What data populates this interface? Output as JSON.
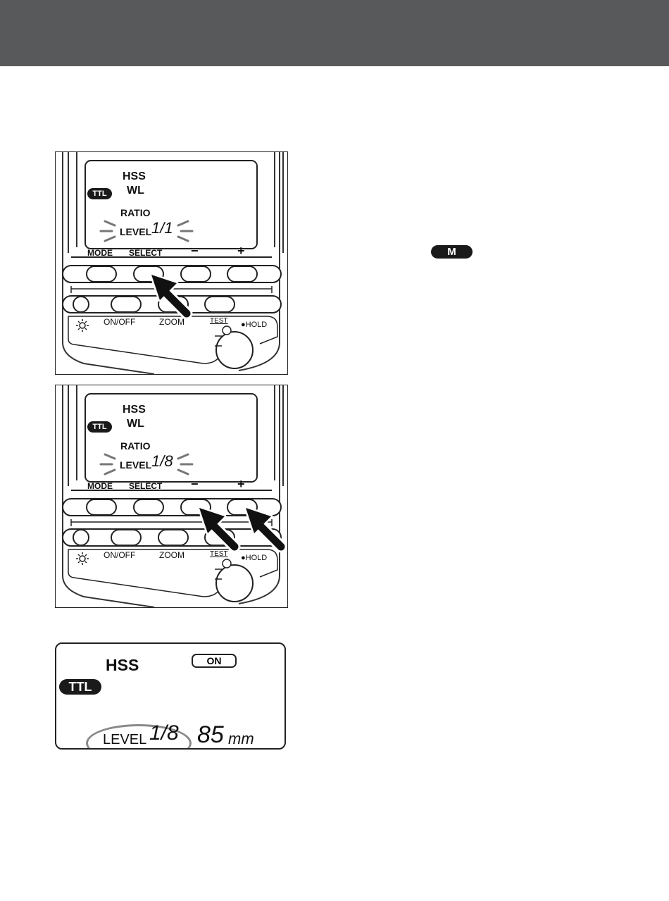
{
  "badge_M": "M",
  "panels": [
    {
      "lcd": {
        "hss": "HSS",
        "ttl": "TTL",
        "wl": "WL",
        "ratio": "RATIO",
        "level_label": "LEVEL",
        "level_value": "1/1"
      },
      "buttons": {
        "mode": "MODE",
        "select": "SELECT",
        "minus": "−",
        "plus": "+"
      },
      "bottom": {
        "on_off": "ON/OFF",
        "zoom": "ZOOM",
        "test": "TEST",
        "hold": "●HOLD"
      }
    },
    {
      "lcd": {
        "hss": "HSS",
        "ttl": "TTL",
        "wl": "WL",
        "ratio": "RATIO",
        "level_label": "LEVEL",
        "level_value": "1/8"
      },
      "buttons": {
        "mode": "MODE",
        "select": "SELECT",
        "minus": "−",
        "plus": "+"
      },
      "bottom": {
        "on_off": "ON/OFF",
        "zoom": "ZOOM",
        "test": "TEST",
        "hold": "●HOLD"
      }
    }
  ],
  "display": {
    "hss": "HSS",
    "on": "ON",
    "ttl": "TTL",
    "level_label": "LEVEL",
    "level_value": "1/8",
    "focal": "85",
    "unit": "mm"
  }
}
